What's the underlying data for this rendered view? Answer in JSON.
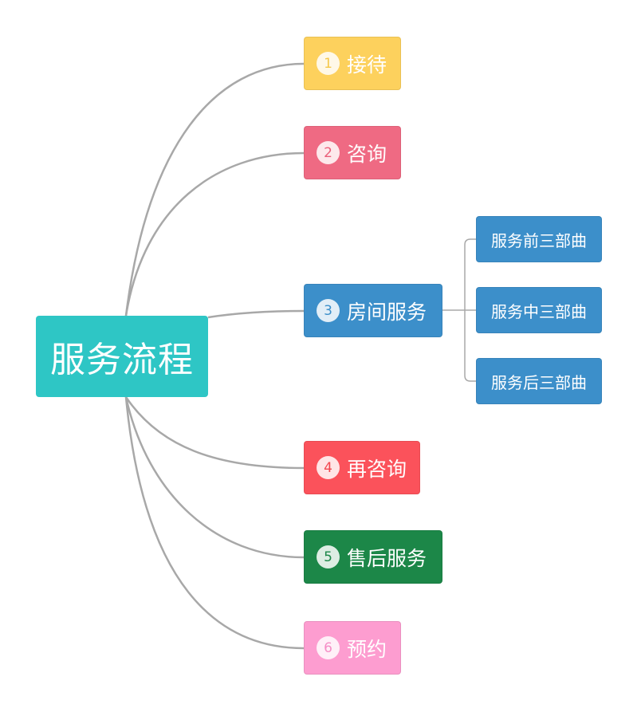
{
  "root": {
    "label": "服务流程",
    "color": "#2ec6c5"
  },
  "branches": [
    {
      "num": "1",
      "label": "接待",
      "color": "#fdd15d",
      "num_color": "#f5c84a"
    },
    {
      "num": "2",
      "label": "咨询",
      "color": "#ef6a83",
      "num_color": "#ea5f7a"
    },
    {
      "num": "3",
      "label": "房间服务",
      "color": "#3c8fca",
      "num_color": "#3c8fca",
      "children": [
        {
          "label": "服务前三部曲"
        },
        {
          "label": "服务中三部曲"
        },
        {
          "label": "服务后三部曲"
        }
      ]
    },
    {
      "num": "4",
      "label": "再咨询",
      "color": "#fb525b",
      "num_color": "#f2474f"
    },
    {
      "num": "5",
      "label": "售后服务",
      "color": "#1c8748",
      "num_color": "#1c8748"
    },
    {
      "num": "6",
      "label": "预约",
      "color": "#fd9dd0",
      "num_color": "#f58ec6"
    }
  ],
  "link_color": "#a8a8a8"
}
